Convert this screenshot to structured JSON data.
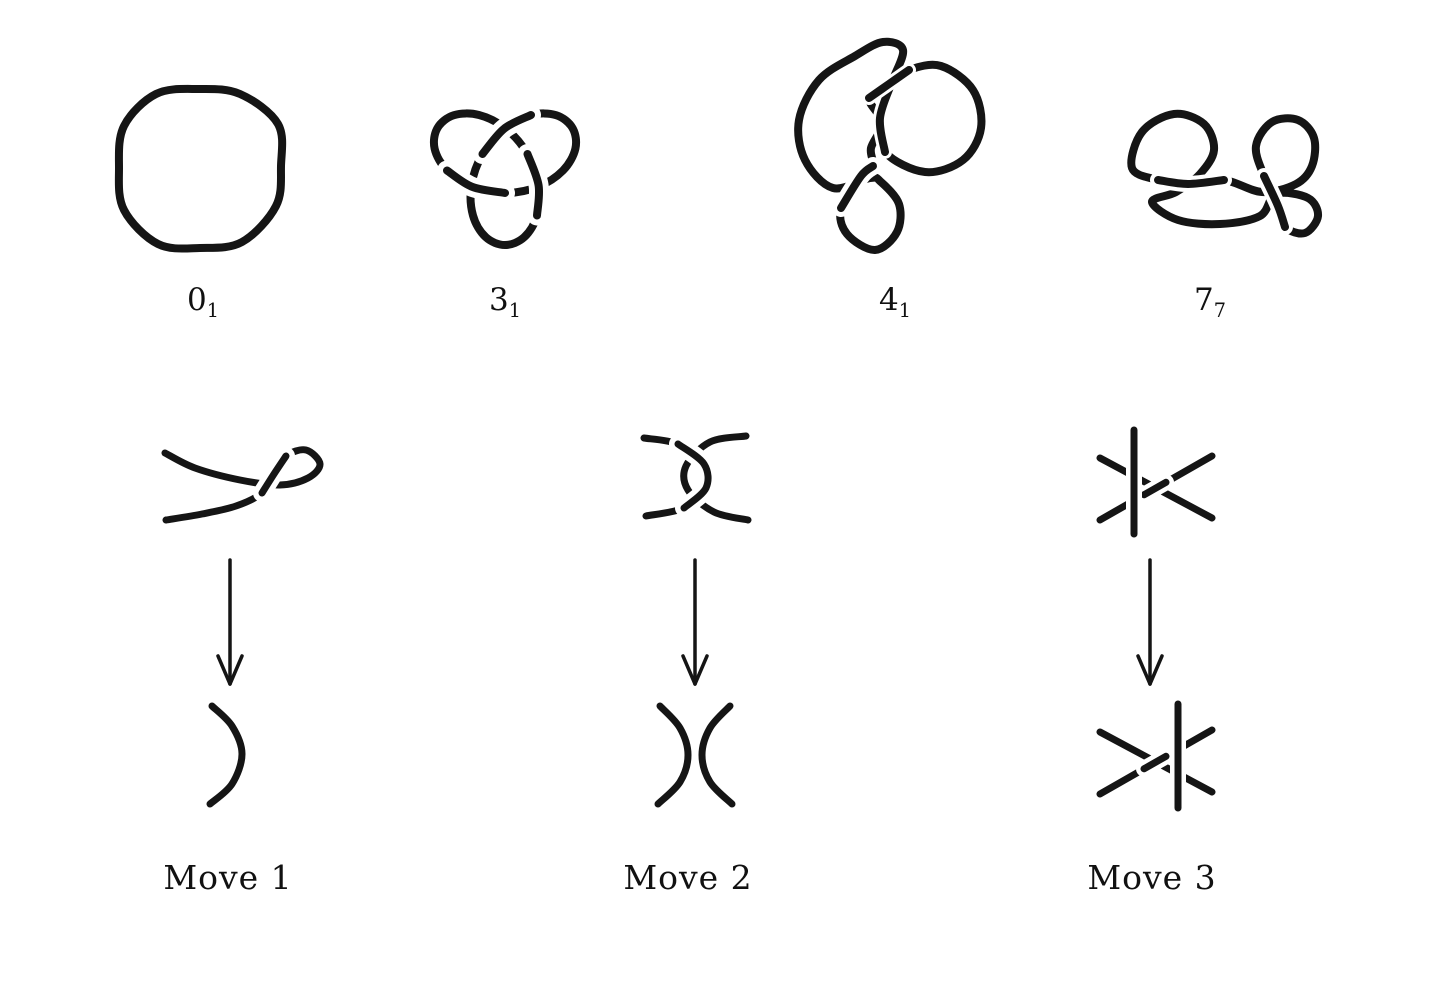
{
  "knots": [
    {
      "symbol": "0",
      "subscript": "1",
      "name": "unknot"
    },
    {
      "symbol": "3",
      "subscript": "1",
      "name": "trefoil-knot"
    },
    {
      "symbol": "4",
      "subscript": "1",
      "name": "figure-eight-knot"
    },
    {
      "symbol": "7",
      "subscript": "7",
      "name": "seven-seven-knot"
    }
  ],
  "moves": [
    {
      "label": "Move 1",
      "name": "reidemeister-move-1"
    },
    {
      "label": "Move 2",
      "name": "reidemeister-move-2"
    },
    {
      "label": "Move 3",
      "name": "reidemeister-move-3"
    }
  ],
  "colors": {
    "ink": "#151515",
    "background": "#ffffff"
  }
}
